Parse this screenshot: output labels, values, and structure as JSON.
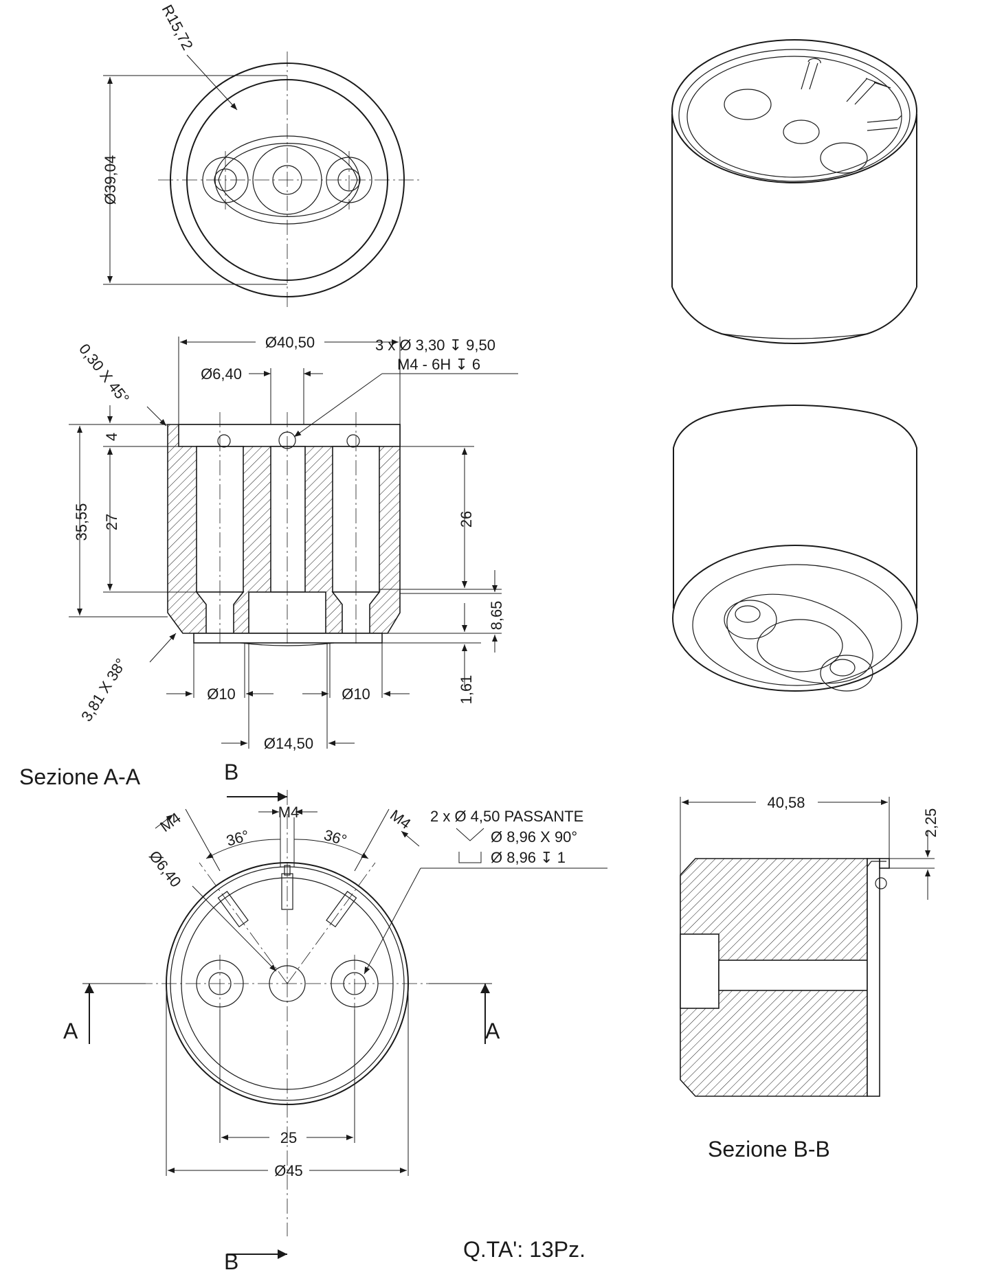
{
  "views": {
    "section_aa": {
      "title": "Sezione A-A"
    },
    "section_bb": {
      "title": "Sezione B-B"
    },
    "section_markers": {
      "a": "A",
      "b": "B"
    }
  },
  "dimensions": {
    "top_radius": "R15,72",
    "top_diameter": "Ø39,04",
    "outer_top_diameter": "Ø40,50",
    "center_hole_diameter": "Ø6,40",
    "chamfer_top": "0,30 X 45°",
    "chamfer_bottom": "3,81 X 38°",
    "height_total": "35,55",
    "depth_top": "4",
    "bore_depth": "27",
    "bore_depth_right": "26",
    "bottom_step": "8,65",
    "bottom_recess": "1,61",
    "counterbore_left": "Ø10",
    "counterbore_right": "Ø10",
    "center_counterbore": "Ø14,50",
    "width_bb": "40,58",
    "step_bb": "2,25",
    "pin_thread": "M4",
    "pin_thread_left": "M4",
    "pin_thread_right": "M4",
    "angle_left": "36°",
    "angle_right": "36°",
    "pitch_holes": "25",
    "outer_diameter": "Ø45"
  },
  "notes": {
    "holes_line1": "3 x Ø 3,30 ↧ 9,50",
    "holes_line2": "M4 - 6H ↧ 6",
    "passante_line1": "2 x Ø 4,50 PASSANTE",
    "passante_line2": "Ø 8,96 X 90°",
    "passante_line3": "Ø 8,96 ↧ 1",
    "quantity": "Q.TA': 13Pz."
  },
  "colors": {
    "ink": "#1a1a1a",
    "paper": "#ffffff"
  }
}
